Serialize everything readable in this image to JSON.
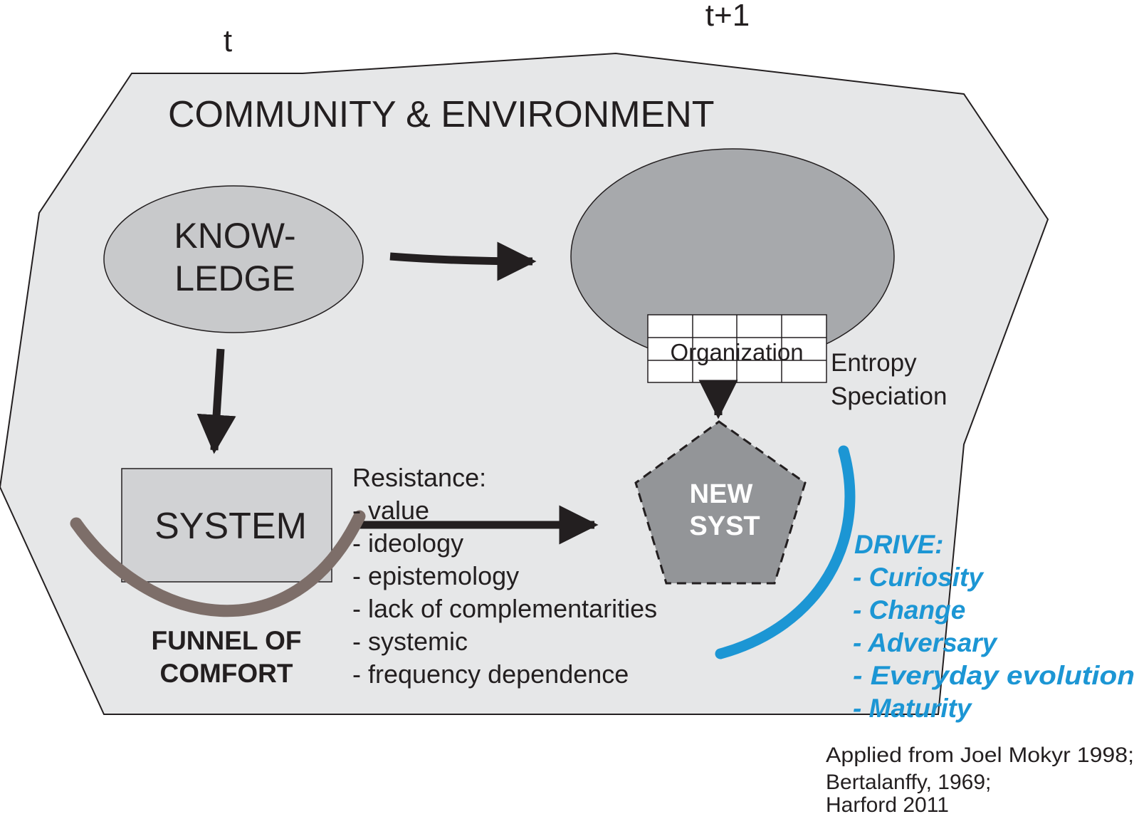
{
  "time_labels": {
    "t": "t",
    "t_plus_1": "t+1"
  },
  "environment": {
    "title": "COMMUNITY & ENVIRONMENT"
  },
  "knowledge": {
    "line1": "KNOW-",
    "line2": "LEDGE"
  },
  "organization": {
    "label": "Organization",
    "side_line1": "Entropy",
    "side_line2": "Speciation"
  },
  "system": {
    "label": "SYSTEM"
  },
  "funnel": {
    "line1": "FUNNEL OF",
    "line2": "COMFORT"
  },
  "resistance": {
    "title": "Resistance:",
    "items": [
      "- value",
      "- ideology",
      "- epistemology",
      "- lack of complementarities",
      "- systemic",
      "- frequency dependence"
    ]
  },
  "new_system": {
    "line1": "NEW",
    "line2": "SYST"
  },
  "drive": {
    "title": "DRIVE:",
    "items": [
      "- Curiosity",
      "- Change",
      "- Adversary",
      "- Everyday evolution",
      "- Maturity"
    ]
  },
  "citation": {
    "line1": "Applied from Joel Mokyr 1998;",
    "line2": "Bertalanffy, 1969;",
    "line3": "Harford 2011"
  },
  "colors": {
    "environment_fill": "#e6e7e8",
    "knowledge_fill": "#c8c9cb",
    "organization_fill": "#a7a9ac",
    "system_fill": "#d1d2d4",
    "new_system_fill": "#939598",
    "funnel_stroke": "#7d6e69",
    "drive_accent": "#1c96d4",
    "text": "#231f20"
  }
}
